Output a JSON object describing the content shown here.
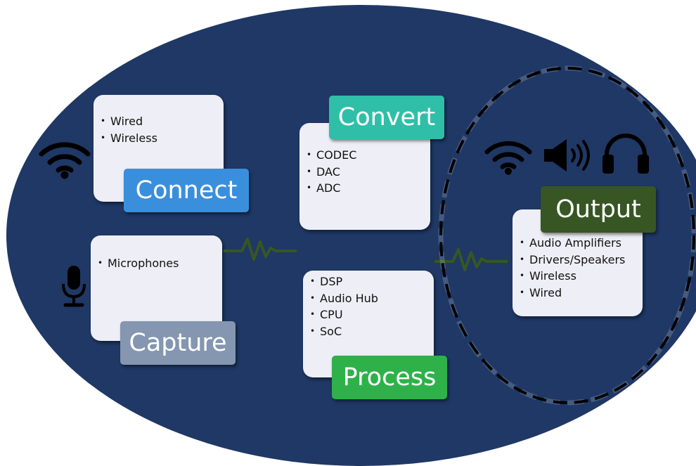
{
  "colors": {
    "background_ellipse": "#1f3865",
    "card": "#eeeef6",
    "connect": "#3a8fdc",
    "convert": "#2fbfa8",
    "capture": "#8496b0",
    "process": "#2fb14a",
    "output": "#375623",
    "signal": "#375623"
  },
  "stages": {
    "connect": {
      "title": "Connect",
      "items": [
        "Wired",
        "Wireless"
      ],
      "icon": "wifi-icon"
    },
    "convert": {
      "title": "Convert",
      "items": [
        "CODEC",
        "DAC",
        "ADC"
      ]
    },
    "capture": {
      "title": "Capture",
      "items": [
        "Microphones"
      ],
      "icon": "microphone-icon"
    },
    "process": {
      "title": "Process",
      "items": [
        "DSP",
        "Audio Hub",
        "CPU",
        "SoC"
      ]
    },
    "output": {
      "title": "Output",
      "items": [
        "Audio Amplifiers",
        "Drivers/Speakers",
        "Wireless",
        "Wired"
      ],
      "icons": [
        "wifi-icon",
        "speaker-icon",
        "headphones-icon"
      ]
    }
  },
  "connectors": [
    "signal-wave-left",
    "signal-wave-right"
  ],
  "highlight": "dashed-circle-output"
}
